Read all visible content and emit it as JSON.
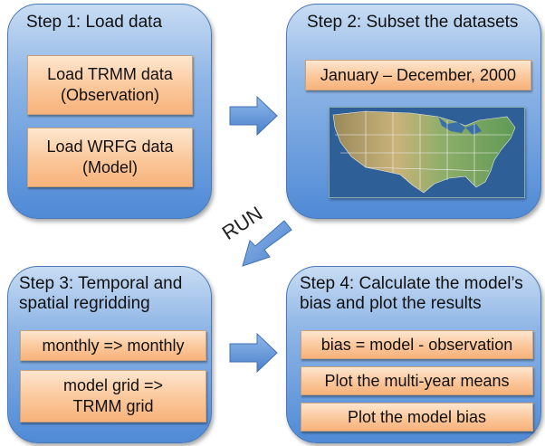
{
  "step1": {
    "title": "Step 1: Load data",
    "items": [
      "Load TRMM data\n(Observation)",
      "Load WRFG data\n(Model)"
    ]
  },
  "step2": {
    "title": "Step 2: Subset the datasets",
    "items": [
      "January – December, 2000"
    ]
  },
  "step3": {
    "title": "Step 3: Temporal and\nspatial regridding",
    "items": [
      "monthly => monthly",
      "model grid =>\nTRMM grid"
    ]
  },
  "step4": {
    "title": "Step 4: Calculate the model’s\nbias and plot the results",
    "items": [
      "bias = model - observation",
      "Plot the multi-year means",
      "Plot the model bias"
    ]
  },
  "run_label": "RUN",
  "colors": {
    "panel_top": "#c8dcf3",
    "panel_bottom": "#4f8ad6",
    "box_top": "#fde6cf",
    "box_bottom": "#f7b27a",
    "arrow": "#5b8fd0"
  }
}
